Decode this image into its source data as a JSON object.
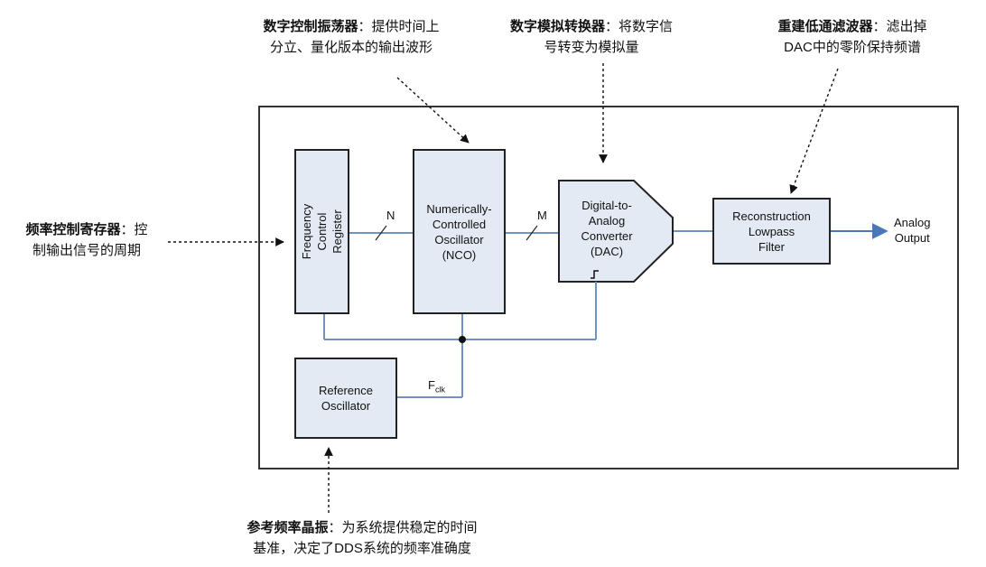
{
  "annotations": {
    "nco": {
      "title": "数字控制振荡器",
      "desc_1": "：提供时间上",
      "desc_2": "分立、量化版本的输出波形"
    },
    "dac": {
      "title": "数字模拟转换器",
      "desc_1": "：将数字信",
      "desc_2": "号转变为模拟量"
    },
    "filter": {
      "title": "重建低通滤波器",
      "desc_1": "：滤出掉",
      "desc_2": "DAC中的零阶保持频谱"
    },
    "fcr": {
      "title": "频率控制寄存器",
      "desc_1": "：控",
      "desc_2": "制输出信号的周期"
    },
    "ref": {
      "title": "参考频率晶振",
      "desc_1": "：为系统提供稳定的时间",
      "desc_2": "基准，决定了DDS系统的频率准确度"
    }
  },
  "blocks": {
    "fcr": "Frequency Control\nRegister",
    "nco": "Numerically-\nControlled\nOscillator\n(NCO)",
    "dac": "Digital-to-\nAnalog\nConverter\n(DAC)",
    "filter": "Reconstruction\nLowpass\nFilter",
    "ref": "Reference\nOscillator"
  },
  "signals": {
    "n_label": "N",
    "m_label": "M",
    "fclk_main": "F",
    "fclk_sub": "clk",
    "output_label": "Analog\nOutput"
  },
  "colors": {
    "wire": "#6f93c4",
    "block_fill": "#e3eaf4",
    "arrow": "#4a78b8"
  }
}
